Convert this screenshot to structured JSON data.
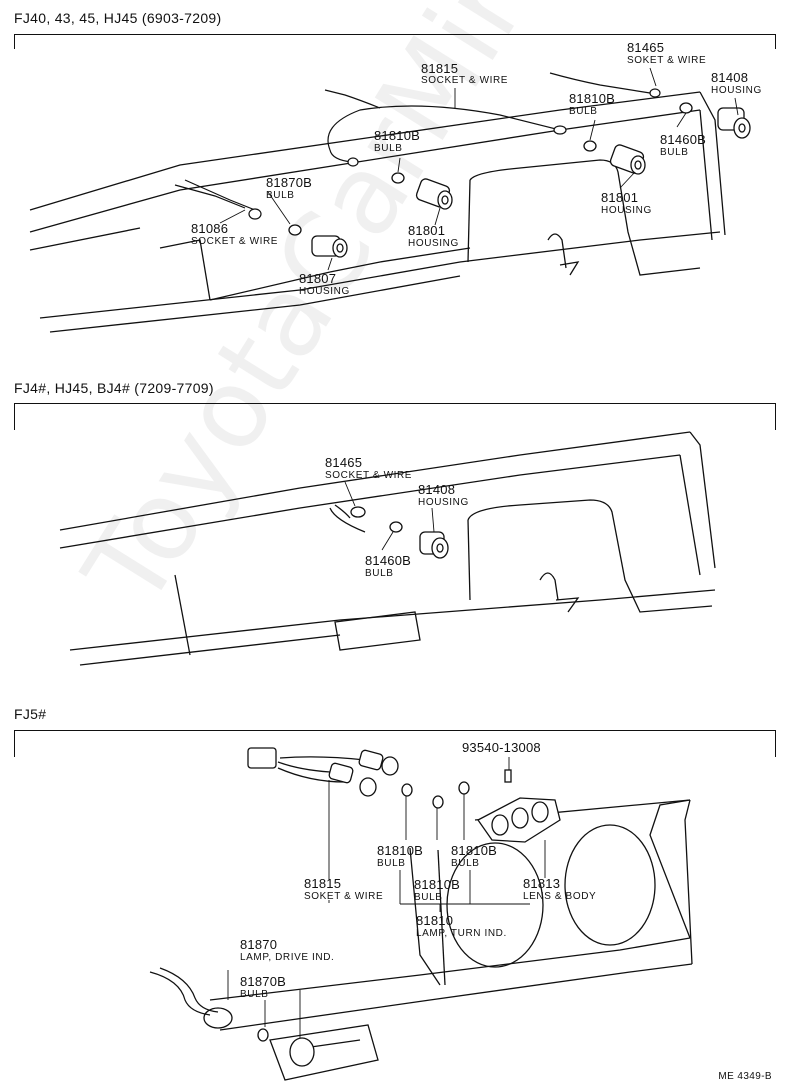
{
  "watermark": "ToyotaCarMine.ru",
  "doc_code": "ME 4349-B",
  "sections": [
    {
      "title": "FJ40, 43, 45, HJ45 (6903-7209)",
      "labels": [
        {
          "pn": "81815",
          "desc": "SOCKET & WIRE"
        },
        {
          "pn": "81465",
          "desc": "SOKET & WIRE"
        },
        {
          "pn": "81408",
          "desc": "HOUSING"
        },
        {
          "pn": "81810B",
          "desc": "BULB"
        },
        {
          "pn": "81460B",
          "desc": "BULB"
        },
        {
          "pn": "81810B",
          "desc": "BULB"
        },
        {
          "pn": "81870B",
          "desc": "BULB"
        },
        {
          "pn": "81801",
          "desc": "HOUSING"
        },
        {
          "pn": "81086",
          "desc": "SOCKET & WIRE"
        },
        {
          "pn": "81801",
          "desc": "HOUSING"
        },
        {
          "pn": "81807",
          "desc": "HOUSING"
        }
      ]
    },
    {
      "title": "FJ4#, HJ45, BJ4# (7209-7709)",
      "labels": [
        {
          "pn": "81465",
          "desc": "SOCKET & WIRE"
        },
        {
          "pn": "81408",
          "desc": "HOUSING"
        },
        {
          "pn": "81460B",
          "desc": "BULB"
        }
      ]
    },
    {
      "title": "FJ5#",
      "labels": [
        {
          "pn": "93540-13008",
          "desc": ""
        },
        {
          "pn": "81810B",
          "desc": "BULB"
        },
        {
          "pn": "81810B",
          "desc": "BULB"
        },
        {
          "pn": "81815",
          "desc": "SOKET & WIRE"
        },
        {
          "pn": "81810B",
          "desc": "BULB"
        },
        {
          "pn": "81813",
          "desc": "LENS & BODY"
        },
        {
          "pn": "81810",
          "desc": "LAMP, TURN IND."
        },
        {
          "pn": "81870",
          "desc": "LAMP, DRIVE IND."
        },
        {
          "pn": "81870B",
          "desc": "BULB"
        }
      ]
    }
  ]
}
